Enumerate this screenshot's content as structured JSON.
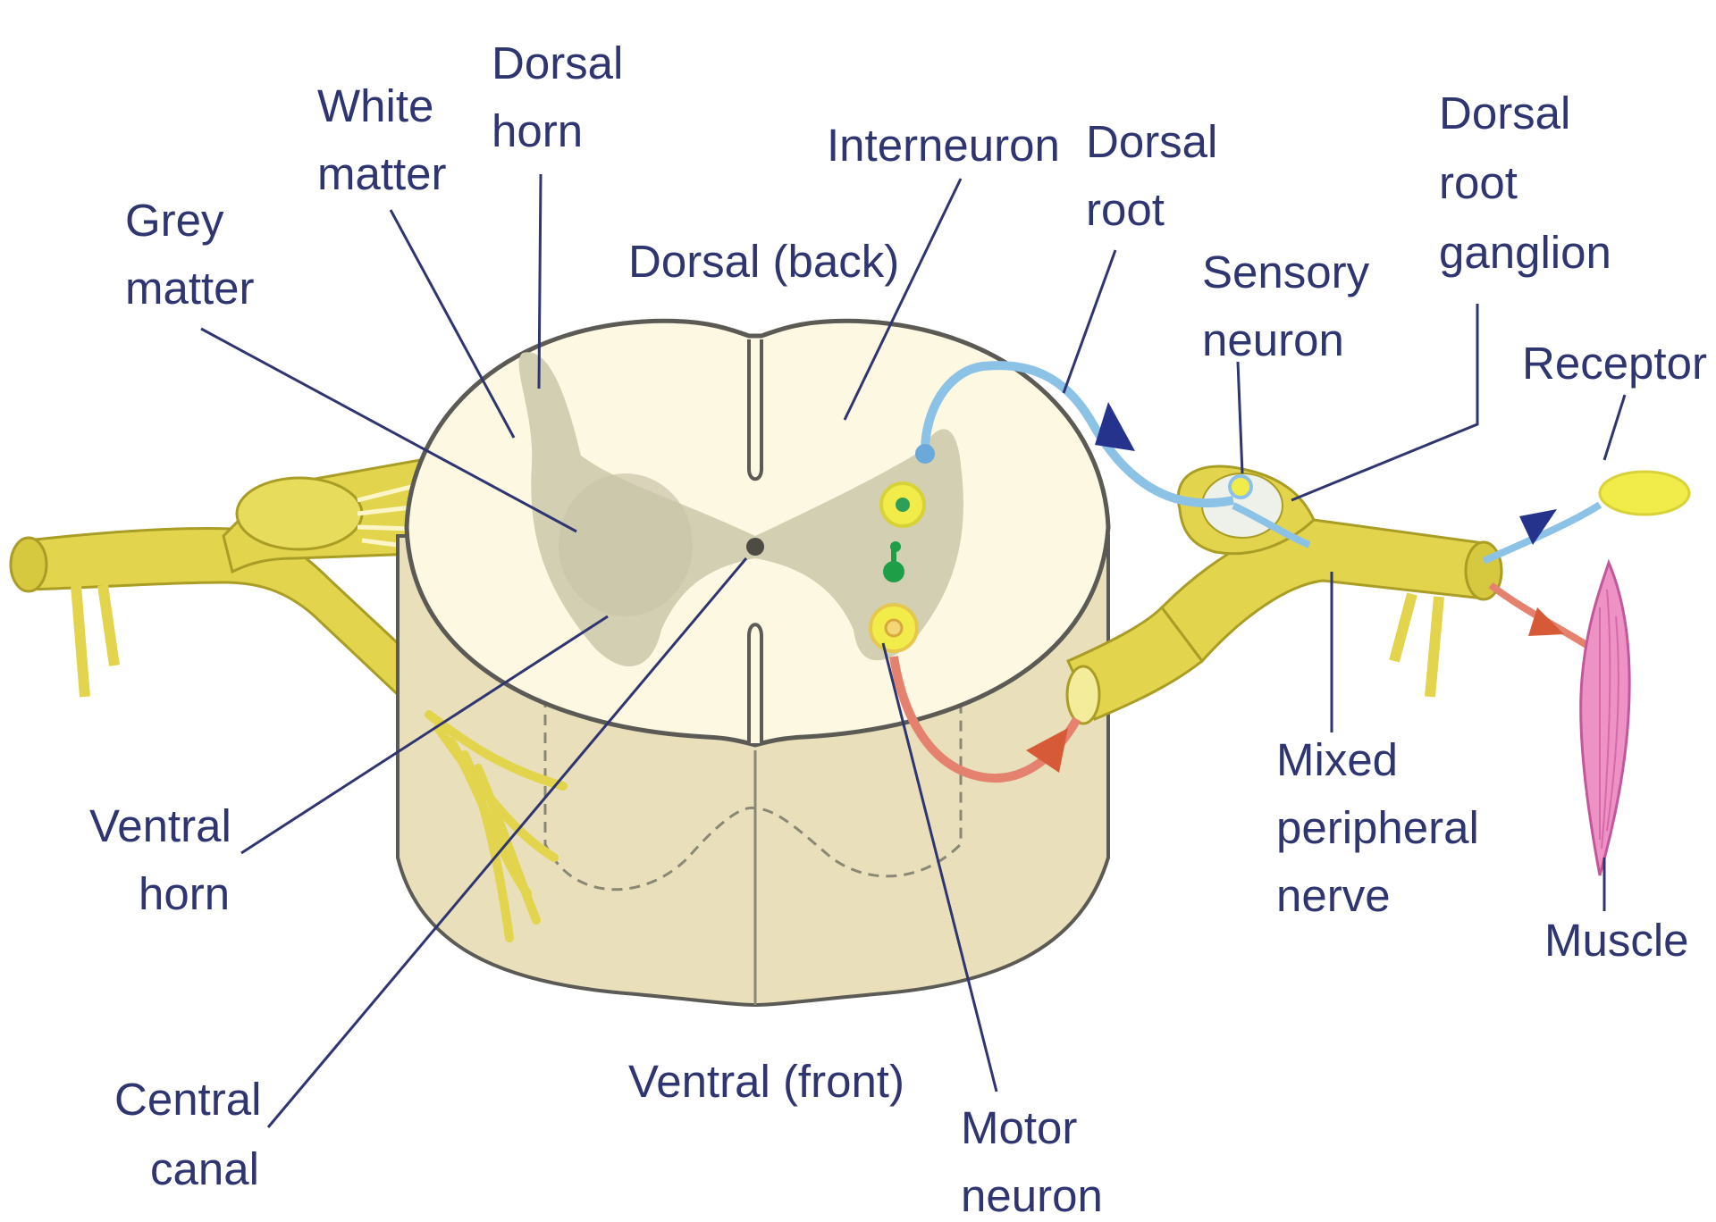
{
  "labels": {
    "dorsal_horn": [
      "Dorsal",
      "horn"
    ],
    "white_matter": [
      "White",
      "matter"
    ],
    "grey_matter": [
      "Grey",
      "matter"
    ],
    "interneuron": [
      "Interneuron"
    ],
    "dorsal_root": [
      "Dorsal",
      "root"
    ],
    "dorsal_root_ganglion": [
      "Dorsal",
      "root",
      "ganglion"
    ],
    "dorsal_back": [
      "Dorsal (back)"
    ],
    "sensory_neuron": [
      "Sensory",
      "neuron"
    ],
    "receptor": [
      "Receptor"
    ],
    "ventral_horn": [
      "Ventral",
      "horn"
    ],
    "central_canal": [
      "Central",
      "canal"
    ],
    "ventral_front": [
      "Ventral (front)"
    ],
    "motor_neuron": [
      "Motor",
      "neuron"
    ],
    "mixed_peripheral_nerve": [
      "Mixed",
      "peripheral",
      "nerve"
    ],
    "muscle": [
      "Muscle"
    ]
  },
  "colors": {
    "label_text": "#2f3570",
    "cord_fill": "#fdf8e2",
    "cord_body": "#e9e0bb",
    "grey_matter": "#d3cfb3",
    "cord_outline": "#5b5a55",
    "nerve_fill": "#e2d54d",
    "nerve_outline": "#aa9d26",
    "sensory_path": "#8cc2e6",
    "sensory_arrow": "#26338c",
    "motor_path": "#e5826f",
    "motor_arrow": "#d75a38",
    "interneuron": "#1f9e48",
    "receptor": "#f1ec49",
    "muscle": "#ee92c6"
  }
}
